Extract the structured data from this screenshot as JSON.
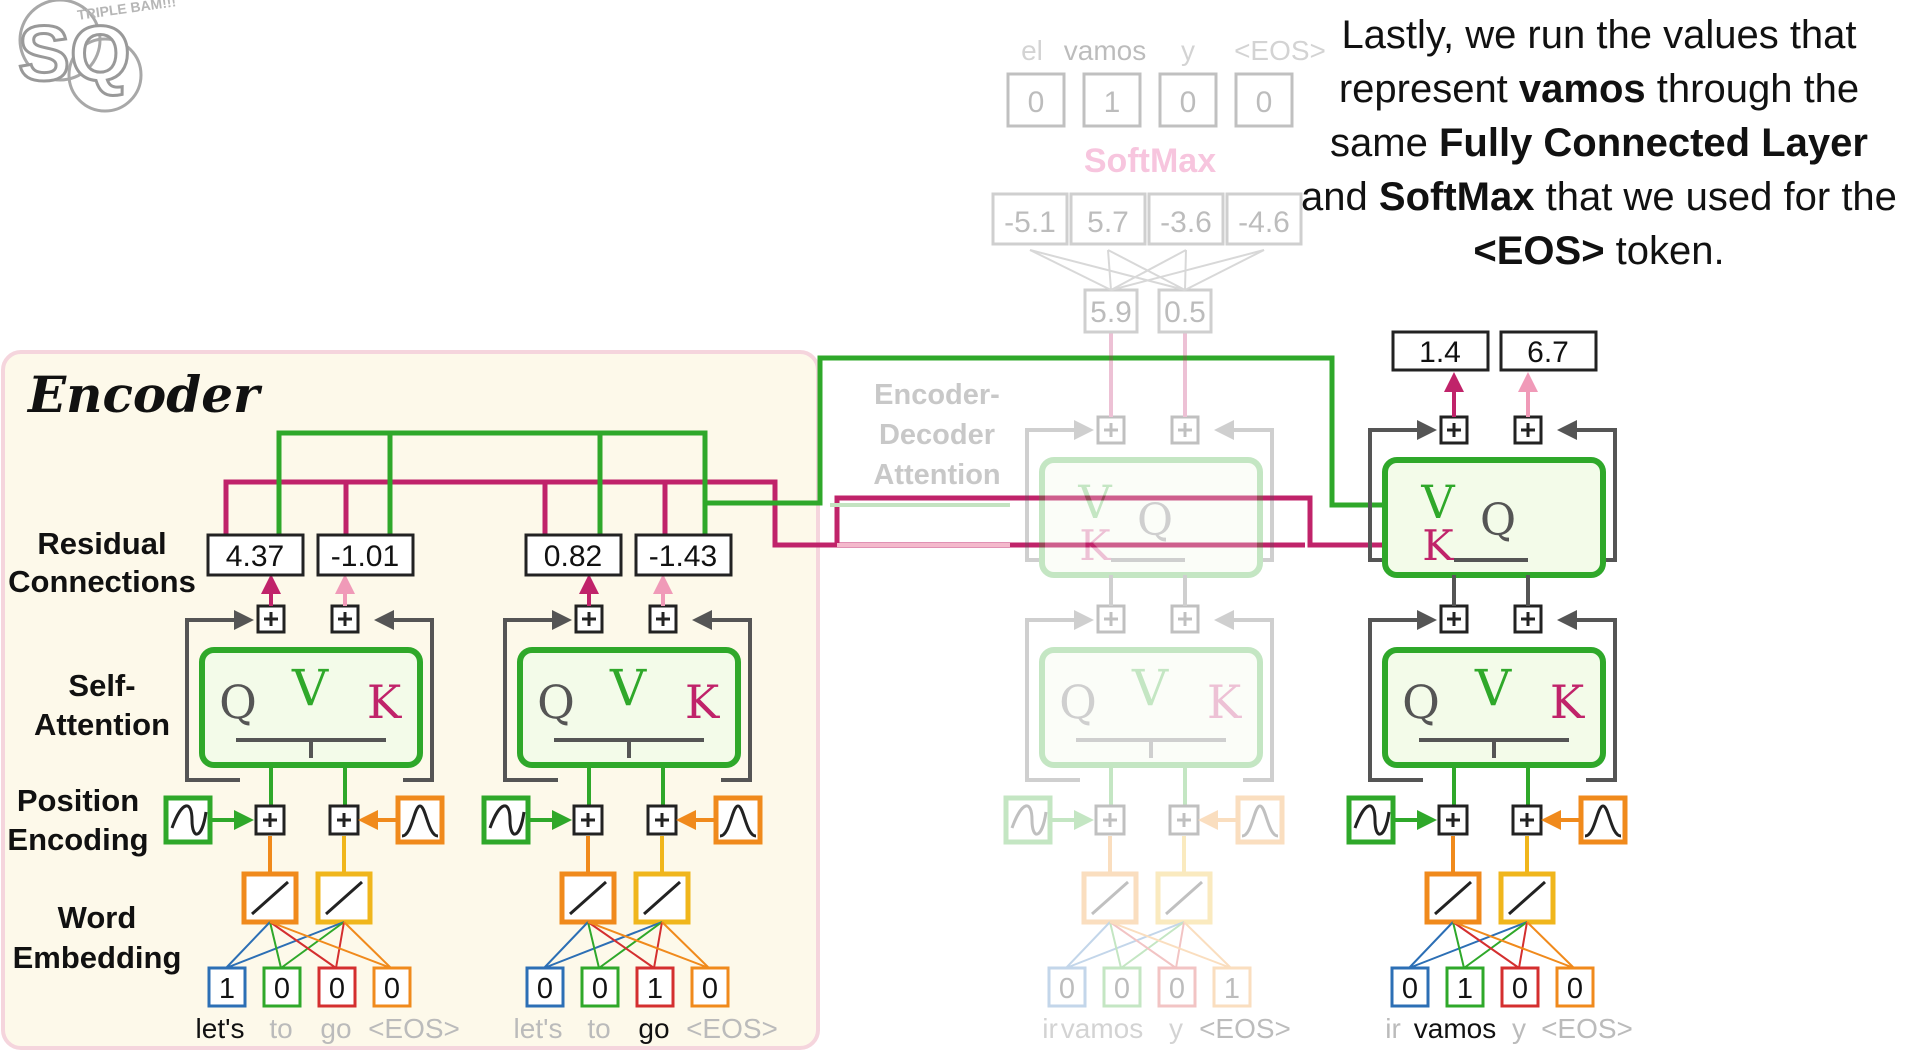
{
  "caption": {
    "p1": "Lastly, we run the values that represent ",
    "b1": "vamos",
    "p2": " through the same ",
    "b2": "Fully Connected Layer",
    "p3": " and ",
    "b3": "SoftMax",
    "p4": " that we used for the ",
    "b4": "<EOS>",
    "p5": " token."
  },
  "logo": {
    "letters": "SQ",
    "tagline": "TRIPLE BAM!!!"
  },
  "encoder": {
    "title": "Encoder",
    "labels": {
      "residual": [
        "Residual",
        "Connections"
      ],
      "self_attention": [
        "Self-",
        "Attention"
      ],
      "position": [
        "Position",
        "Encoding"
      ],
      "embedding": [
        "Word",
        "Embedding"
      ]
    },
    "tokens": [
      "let's",
      "to",
      "go",
      "<EOS>"
    ],
    "word1": {
      "onehot": [
        "1",
        "0",
        "0",
        "0"
      ],
      "outputs": [
        "4.37",
        "-1.01"
      ],
      "highlight": "let's"
    },
    "word2": {
      "onehot": [
        "0",
        "0",
        "1",
        "0"
      ],
      "outputs": [
        "0.82",
        "-1.43"
      ],
      "highlight": "go"
    }
  },
  "decoder_faded": {
    "eda_label": [
      "Encoder-",
      "Decoder",
      "Attention"
    ],
    "tokens": [
      "ir",
      "vamos",
      "y",
      "<EOS>"
    ],
    "onehot": [
      "0",
      "0",
      "0",
      "1"
    ],
    "fc_outputs": [
      "5.9",
      "0.5"
    ],
    "softmax_inputs": [
      "-5.1",
      "5.7",
      "-3.6",
      "-4.6"
    ],
    "softmax_label": "SoftMax",
    "softmax_outputs": [
      "0",
      "1",
      "0",
      "0"
    ],
    "output_tokens": [
      "el",
      "vamos",
      "y",
      "<EOS>"
    ]
  },
  "decoder_active": {
    "tokens": [
      "ir",
      "vamos",
      "y",
      "<EOS>"
    ],
    "onehot": [
      "0",
      "1",
      "0",
      "0"
    ],
    "outputs": [
      "1.4",
      "6.7"
    ],
    "highlight": "vamos"
  },
  "attention_letters": {
    "q": "Q",
    "k": "K",
    "v": "V"
  },
  "colors": {
    "green": "#2fa82a",
    "crimson": "#c0236a",
    "pink": "#f09ab8",
    "orange": "#f08a1c",
    "yellow": "#f0b61c",
    "blue": "#2c6fb5",
    "red": "#d42f2f",
    "grey": "#555555",
    "encoder_bg": "#fdf9ea",
    "encoder_border": "#f5d5dd"
  }
}
